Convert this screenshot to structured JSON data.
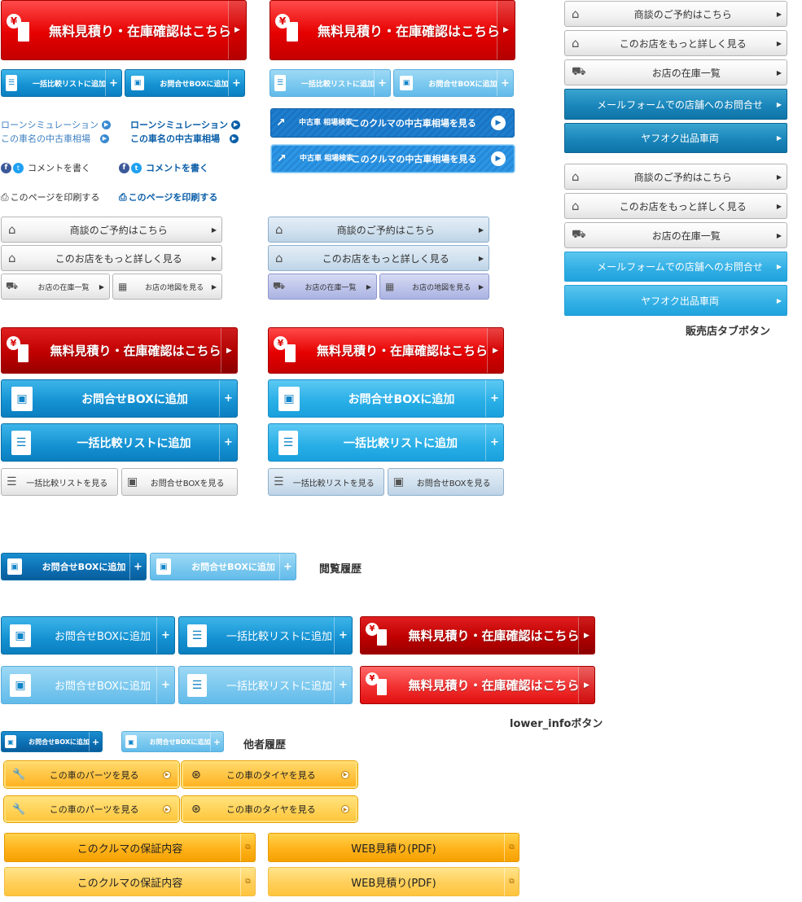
{
  "labels": {
    "estimate": "無料見積り・在庫確認はこちら",
    "compare_add": "一括比較リストに追加",
    "inquiry_add": "お問合せBOXに追加",
    "loan_sim": "ローンシミュレーション",
    "market_price": "この車名の中古車相場",
    "comment": "コメントを書く",
    "print": "このページを印刷する",
    "reserve": "商談のご予約はこちら",
    "shop_detail": "このお店をもっと詳しく見る",
    "shop_stock": "お店の在庫一覧",
    "shop_map": "お店の地図を見る",
    "compare_view": "一括比較リストを見る",
    "inquiry_view": "お問合せBOXを見る",
    "mail_inquiry": "メールフォームでの店舗へのお問合せ",
    "auction": "ヤフオク出品車両",
    "market_sub": "中古車 相場検索",
    "market_main": "このクルマの中古車相場を見る",
    "parts": "この車のパーツを見る",
    "tires": "この車のタイヤを見る",
    "warranty": "このクルマの保証内容",
    "web_estimate": "WEB見積り(PDF)"
  },
  "symbols": {
    "arrow": "▶",
    "plus": "+",
    "yen": "¥",
    "fb": "f",
    "tw": "t"
  },
  "icons": {
    "yen_doc": "yen-document-icon",
    "list": "list-icon",
    "box": "box-icon",
    "house": "house-icon",
    "car": "car-icon",
    "map": "map-icon",
    "chart": "chart-icon",
    "printer": "printer-icon",
    "tire": "tire-icon",
    "parts": "parts-icon",
    "external": "external-link-icon"
  },
  "annotations": {
    "dealer_tabs": "販売店タブボタン",
    "history": "閲覧履歴",
    "lower_info": "lower_infoボタン",
    "others_history": "他者履歴"
  },
  "colors": {
    "red": "#e60000",
    "blue": "#1491d2",
    "teal": "#1a86bb",
    "orange": "#ffb21a"
  }
}
